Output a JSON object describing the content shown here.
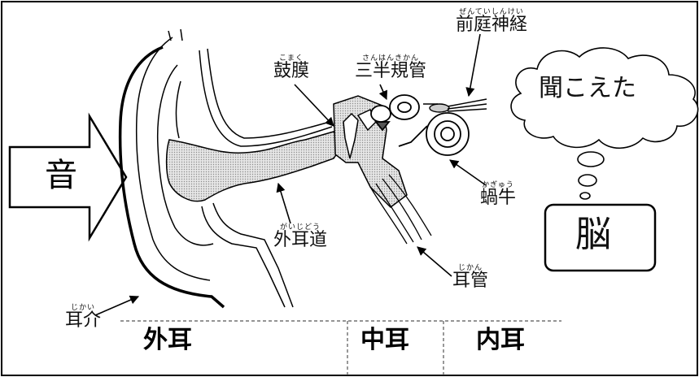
{
  "sound_label": "音",
  "brain_label": "脳",
  "thought_label": "聞こえた",
  "labels": {
    "eardrum": {
      "furigana": "こまく",
      "text": "鼓膜"
    },
    "semicircular_canals": {
      "furigana": "さんはんきかん",
      "text": "三半規管"
    },
    "vestibular_nerve": {
      "furigana": "ぜんていしんけい",
      "text": "前庭神経"
    },
    "cochlea": {
      "furigana": "かぎゅう",
      "text": "蝸牛"
    },
    "ear_canal": {
      "furigana": "がいじどう",
      "text": "外耳道"
    },
    "eustachian_tube": {
      "furigana": "じかん",
      "text": "耳管"
    },
    "auricle": {
      "furigana": "じかい",
      "text": "耳介"
    }
  },
  "sections": {
    "outer": "外耳",
    "middle": "中耳",
    "inner": "内耳"
  }
}
